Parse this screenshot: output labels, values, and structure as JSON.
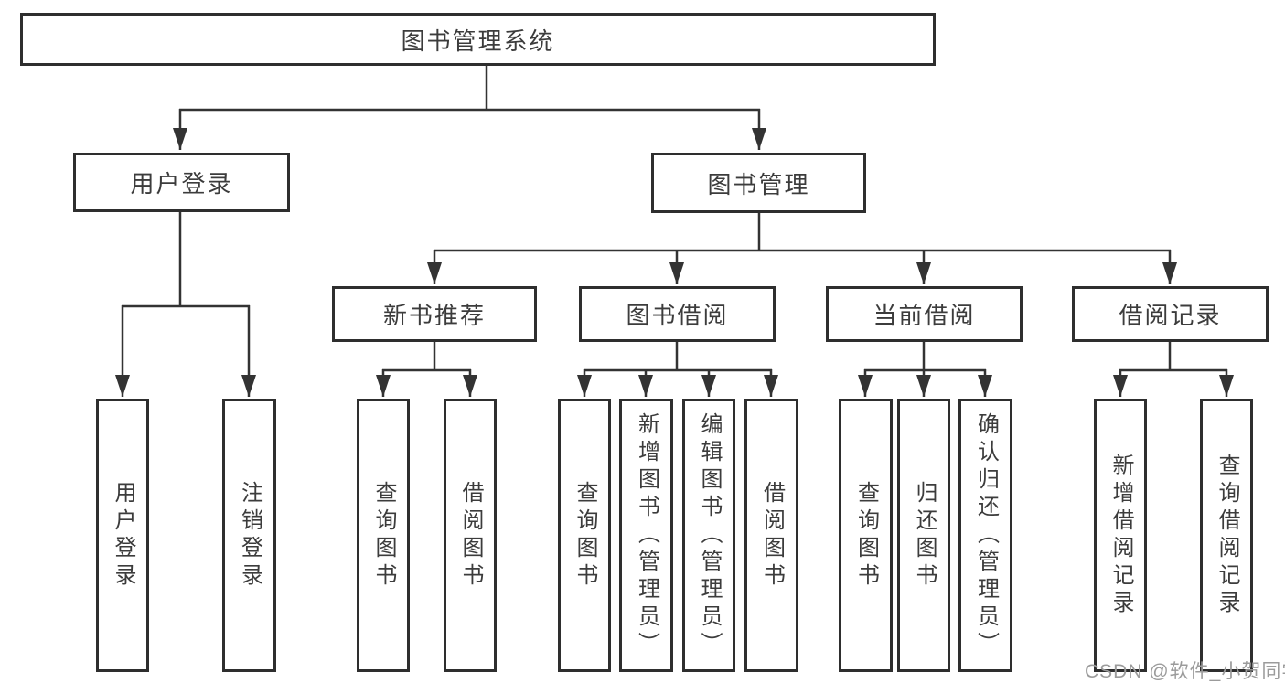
{
  "diagram": {
    "title": "图书管理系统",
    "root": {
      "label": "图书管理系统",
      "children": [
        {
          "label": "用户登录",
          "children": [
            {
              "label": "用户登录"
            },
            {
              "label": "注销登录"
            }
          ]
        },
        {
          "label": "图书管理",
          "children": [
            {
              "label": "新书推荐",
              "children": [
                {
                  "label": "查询图书"
                },
                {
                  "label": "借阅图书"
                }
              ]
            },
            {
              "label": "图书借阅",
              "children": [
                {
                  "label": "查询图书"
                },
                {
                  "label": "新增图书（管理员）"
                },
                {
                  "label": "编辑图书（管理员）"
                },
                {
                  "label": "借阅图书"
                }
              ]
            },
            {
              "label": "当前借阅",
              "children": [
                {
                  "label": "查询图书"
                },
                {
                  "label": "归还图书"
                },
                {
                  "label": "确认归还（管理员）"
                }
              ]
            },
            {
              "label": "借阅记录",
              "children": [
                {
                  "label": "新增借阅记录"
                },
                {
                  "label": "查询借阅记录"
                }
              ]
            }
          ]
        }
      ]
    }
  },
  "watermark": {
    "text": "CSDN @软件_小贺同学"
  },
  "colors": {
    "line": "#333333",
    "box_border": "#2e2e2e",
    "text": "#3c3c3c",
    "watermark": "#9b9b9b",
    "background": "#ffffff"
  }
}
